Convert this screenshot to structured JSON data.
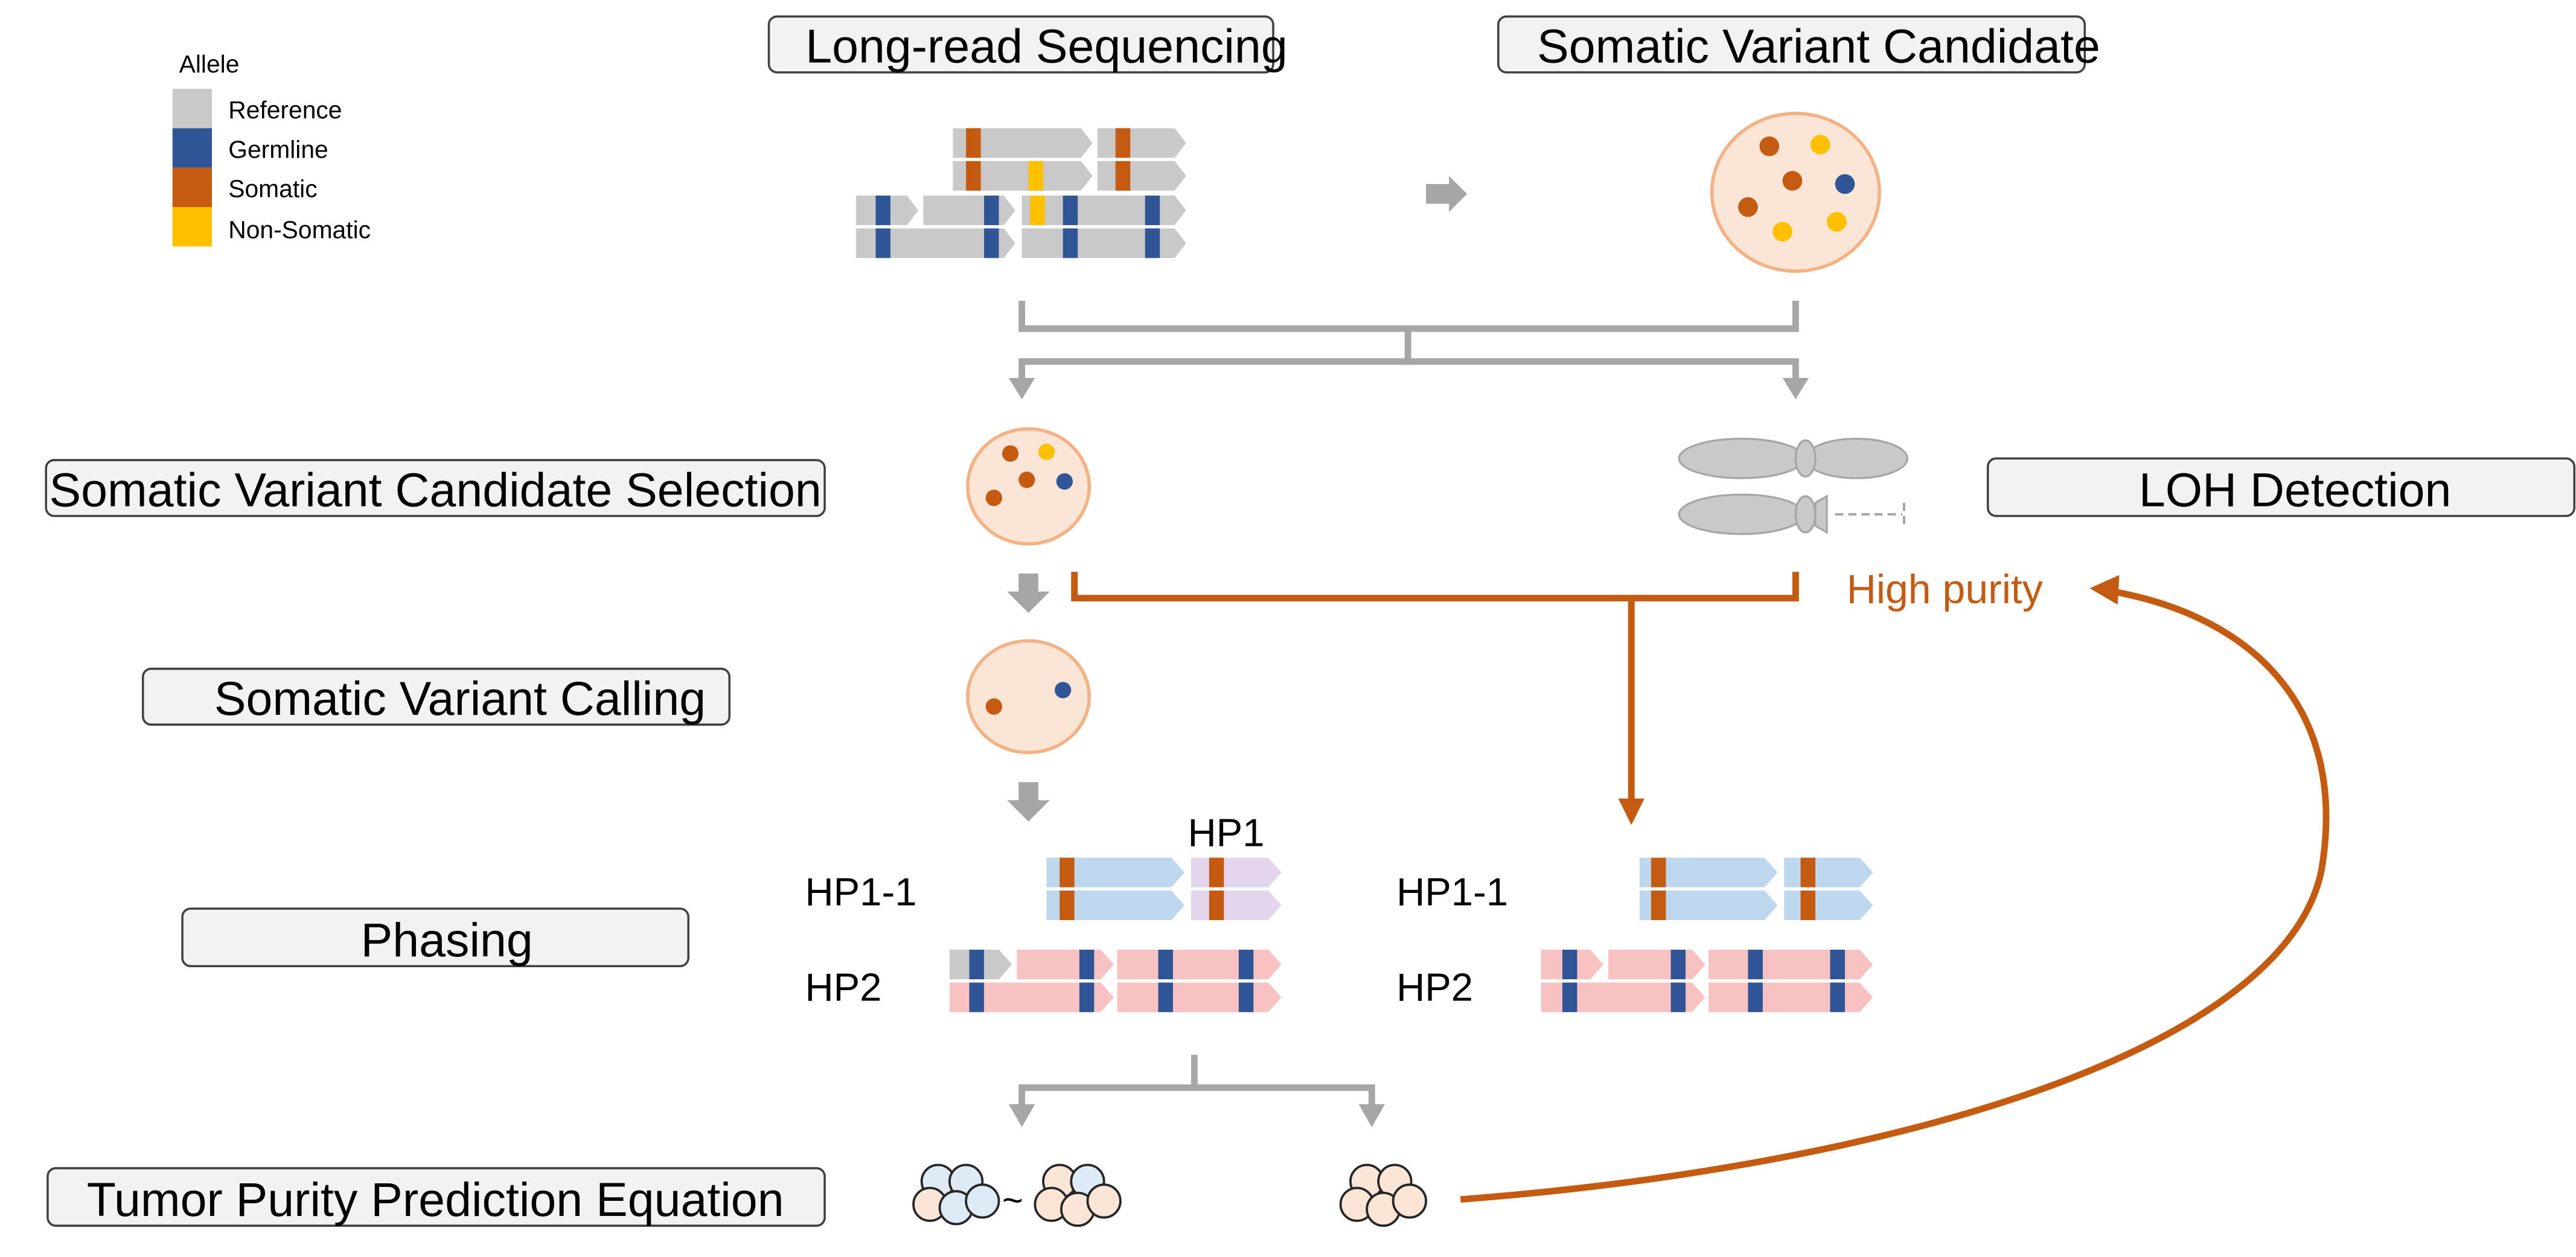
{
  "legend": {
    "title": "Allele",
    "items": [
      {
        "label": "Reference",
        "color": "#c9c9c9"
      },
      {
        "label": "Germline",
        "color": "#2f5597"
      },
      {
        "label": "Somatic",
        "color": "#c55a11"
      },
      {
        "label": "Non-Somatic",
        "color": "#ffc000"
      }
    ]
  },
  "steps": {
    "long_read_sequencing": "Long-read Sequencing",
    "somatic_variant_candidate": "Somatic Variant Candidate",
    "candidate_selection": "Somatic Variant Candidate Selection",
    "loh_detection": "LOH Detection",
    "variant_calling": "Somatic Variant Calling",
    "phasing": "Phasing",
    "purity_equation": "Tumor Purity Prediction Equation"
  },
  "labels": {
    "high_purity": "High purity",
    "hp1_top": "HP1",
    "hp1_1_left": "HP1-1",
    "hp2_left": "HP2",
    "hp1_1_right": "HP1-1",
    "hp2_right": "HP2",
    "tilde": "~"
  },
  "colors": {
    "reference": "#c9c9c9",
    "germline": "#2f5597",
    "somatic": "#c55a11",
    "non_somatic": "#ffc000",
    "hp1_read": "#bdd7ee",
    "hp1_alt_read": "#e2d5ec",
    "hp2_read": "#f8c2c2",
    "cell_fill": "#fbe5d6",
    "cell_border": "#f4b183",
    "normal_cell": "#deebf7",
    "arrow_gray": "#a6a6a6",
    "highlight_path": "#c55a11",
    "box_fill": "#f2f2f2",
    "box_border": "#404040"
  }
}
